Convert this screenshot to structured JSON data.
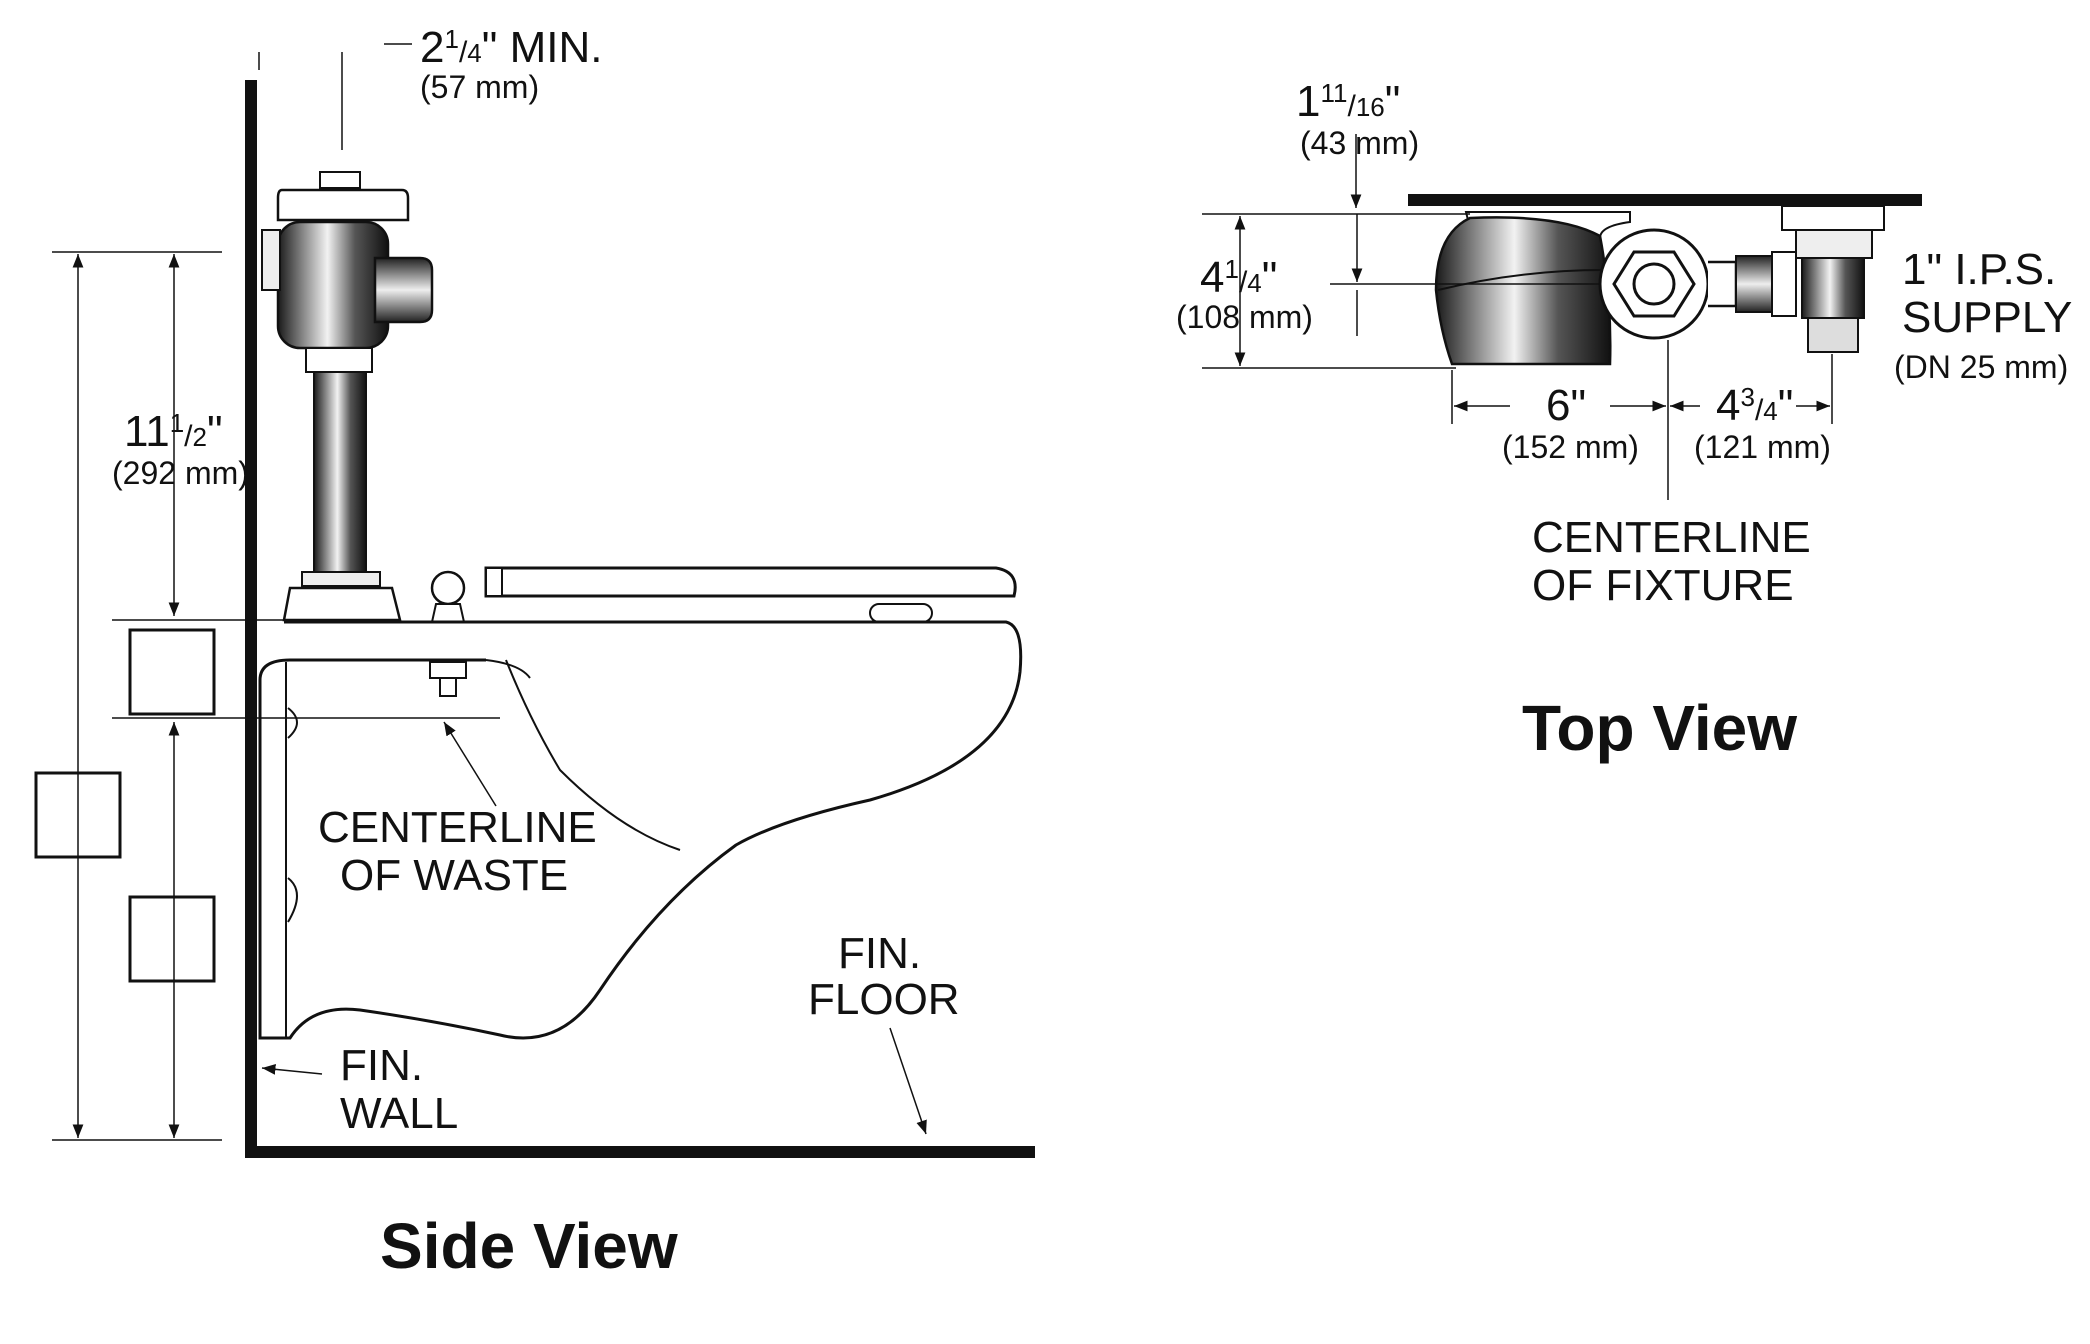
{
  "side_view": {
    "title": "Side View",
    "dim_top": {
      "whole": "2",
      "sup": "1",
      "sub": "4",
      "suffix": "\" MIN.",
      "mm": "(57 mm)"
    },
    "dim_height": {
      "whole": "11",
      "sup": "1",
      "sub": "2",
      "suffix": "\"",
      "mm": "(292 mm)"
    },
    "centerline_waste": [
      "CENTERLINE",
      "OF WASTE"
    ],
    "fin_floor": [
      "FIN.",
      "FLOOR"
    ],
    "fin_wall": [
      "FIN.",
      "WALL"
    ]
  },
  "top_view": {
    "title": "Top View",
    "dim_top": {
      "whole": "1",
      "sup": "11",
      "sub": "16",
      "suffix": "\"",
      "mm": "(43 mm)"
    },
    "dim_left": {
      "whole": "4",
      "sup": "1",
      "sub": "4",
      "suffix": "\"",
      "mm": "(108 mm)"
    },
    "dim_6": {
      "text": "6\"",
      "mm": "(152 mm)"
    },
    "dim_434": {
      "whole": "4",
      "sup": "3",
      "sub": "4",
      "suffix": "\"",
      "mm": "(121 mm)"
    },
    "supply": [
      "1\"  I.P.S.",
      "SUPPLY",
      "(DN 25 mm)"
    ],
    "centerline_fixture": [
      "CENTERLINE",
      "OF  FIXTURE"
    ]
  }
}
